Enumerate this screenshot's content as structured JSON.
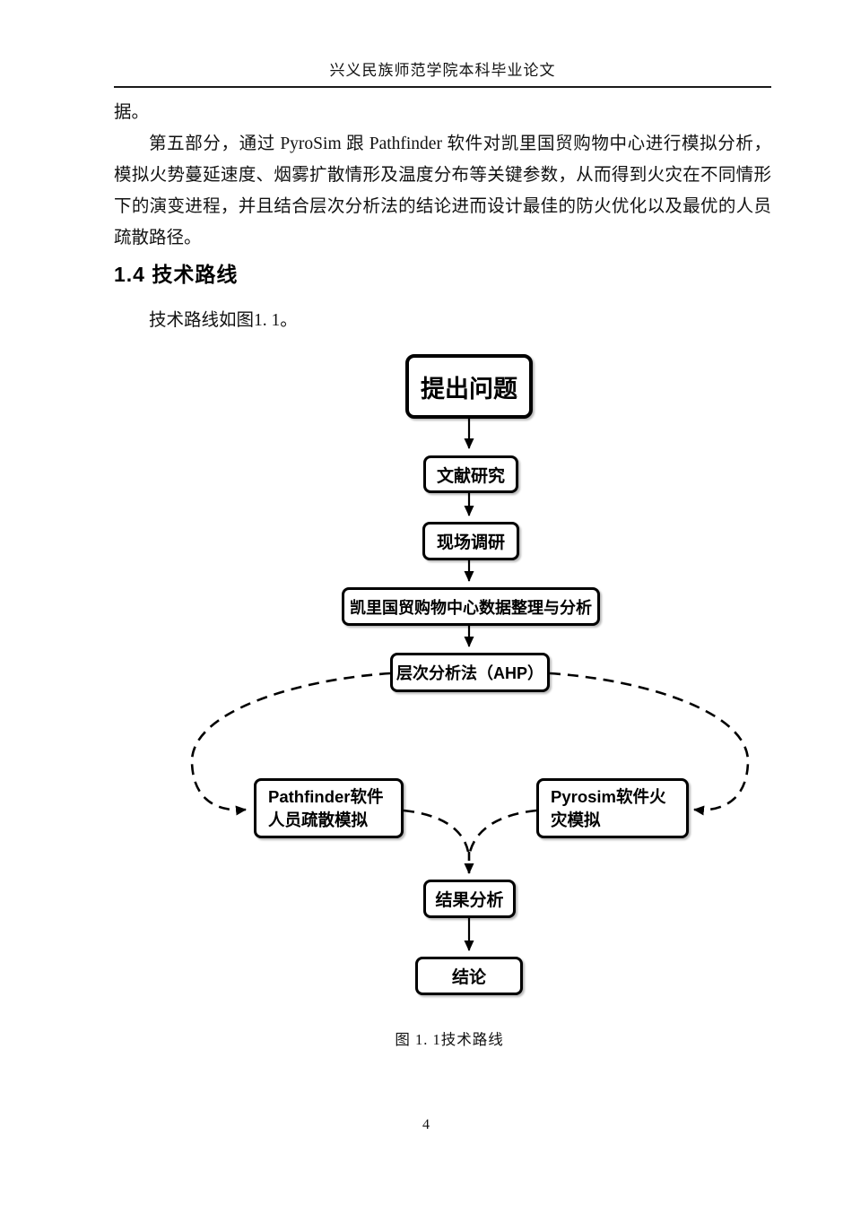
{
  "header": {
    "title": "兴义民族师范学院本科毕业论文"
  },
  "body": {
    "carryover_text": "据。",
    "paragraph": "第五部分，通过 PyroSim 跟 Pathfinder 软件对凯里国贸购物中心进行模拟分析，模拟火势蔓延速度、烟雾扩散情形及温度分布等关键参数，从而得到火灾在不同情形下的演变进程，并且结合层次分析法的结论进而设计最佳的防火优化以及最优的人员疏散路径。",
    "section_heading": "1.4 技术路线",
    "intro": "技术路线如图1. 1。"
  },
  "flowchart": {
    "nodes": {
      "propose": "提出问题",
      "literature": "文献研究",
      "field_survey": "现场调研",
      "data_analysis": "凯里国贸购物中心数据整理与分析",
      "ahp": "层次分析法（AHP）",
      "pathfinder_line1": "Pathfinder软件",
      "pathfinder_line2": "人员疏散模拟",
      "pyrosim_line1": "Pyrosim软件火",
      "pyrosim_line2": "灾模拟",
      "result": "结果分析",
      "conclusion": "结论"
    },
    "line_color": "#000000",
    "box_background": "#ffffff"
  },
  "figure": {
    "caption": "图 1. 1技术路线"
  },
  "footer": {
    "page_number": "4"
  }
}
